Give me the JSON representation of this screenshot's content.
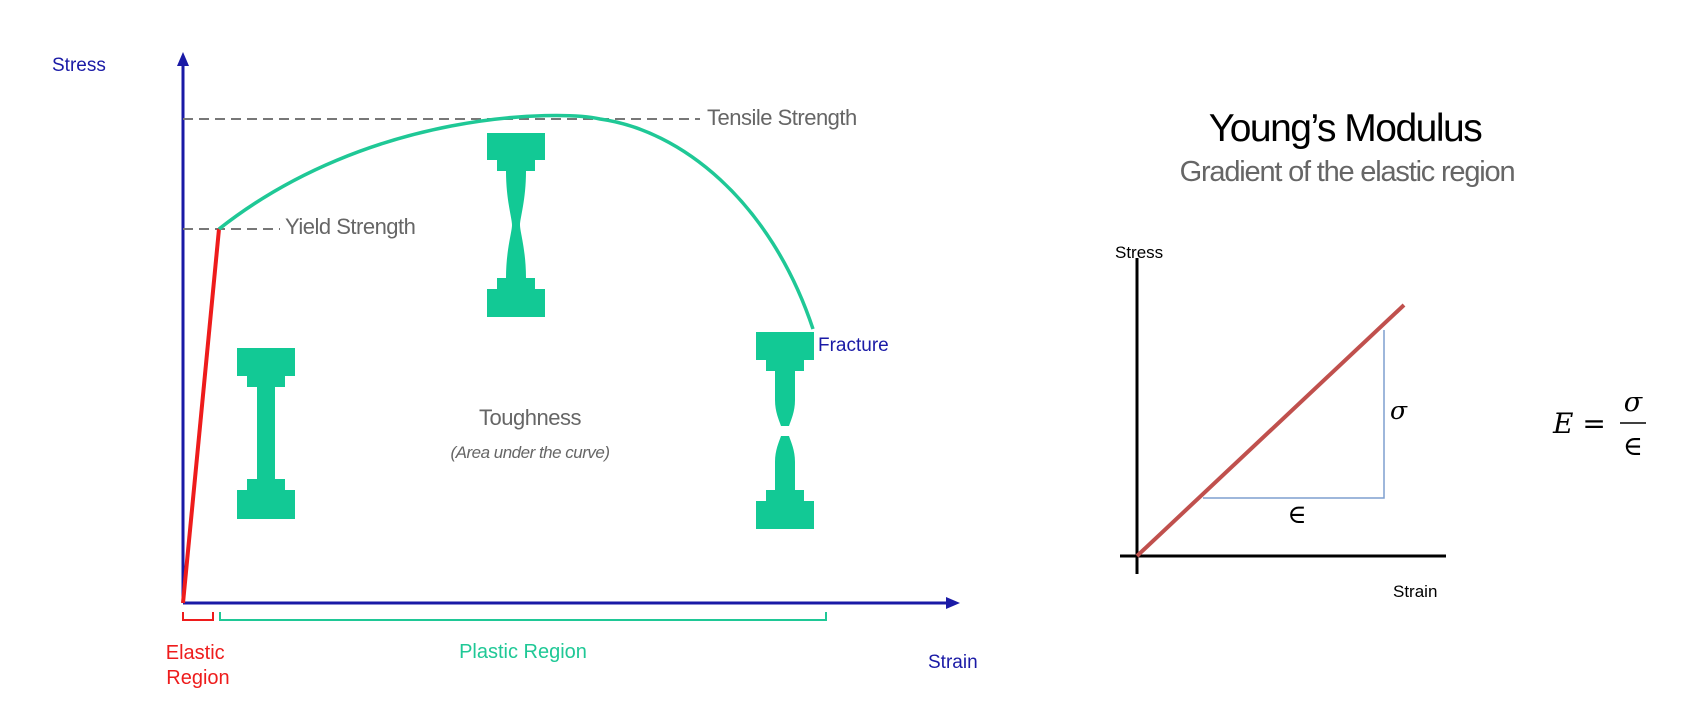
{
  "colors": {
    "axis": "#1a1aa6",
    "elastic": "#ee1c1c",
    "plastic": "#1fc896",
    "specimen": "#12c995",
    "dashed": "#777777",
    "modulus_line": "#c0504d",
    "triangle": "#7f9fcf"
  },
  "stress_strain_diagram": {
    "y_axis_label": "Stress",
    "x_axis_label": "Strain",
    "tensile_strength_label": "Tensile Strength",
    "yield_strength_label": "Yield Strength",
    "fracture_label": "Fracture",
    "toughness_label": "Toughness",
    "toughness_note": "(Area under the curve)",
    "elastic_region_label_line1": "Elastic",
    "elastic_region_label_line2": "Region",
    "plastic_region_label": "Plastic Region",
    "specimens": [
      "specimen-unloaded-icon",
      "specimen-necking-icon",
      "specimen-fractured-icon"
    ]
  },
  "youngs_modulus": {
    "title": "Young’s Modulus",
    "subtitle": "Gradient of the elastic region",
    "y_axis_label": "Stress",
    "x_axis_label": "Strain",
    "rise_symbol": "σ",
    "run_symbol": "∈",
    "formula_lhs": "E =",
    "formula_numerator": "σ",
    "formula_denominator": "∈"
  }
}
